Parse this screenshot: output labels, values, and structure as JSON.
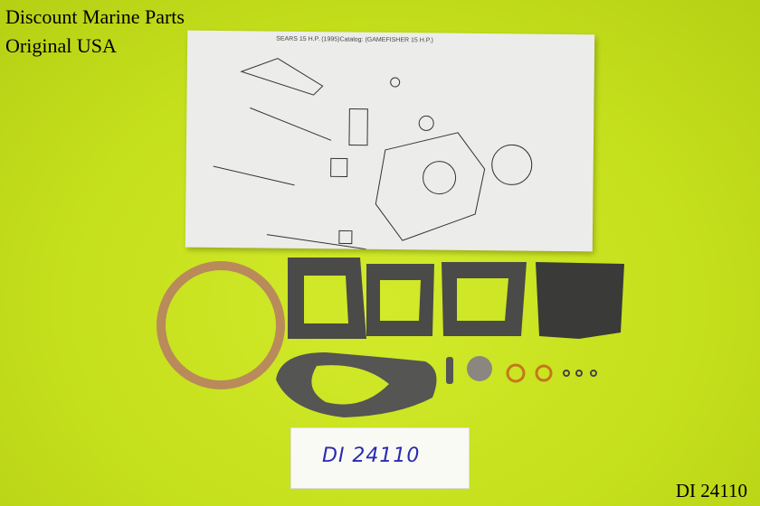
{
  "overlay": {
    "brand": "Discount Marine Parts",
    "origin": "Original USA",
    "part_code": "DI 24110"
  },
  "diagram_sheet": {
    "title": "SEARS  15 H.P. (1995)Catalog: (GAMEFISHER 15 H.P.)"
  },
  "tag": {
    "handwritten": "DI 24110"
  },
  "colors": {
    "background": "#c8e21e",
    "gasket": "#4a4a48",
    "cork": "#b98a5a"
  }
}
